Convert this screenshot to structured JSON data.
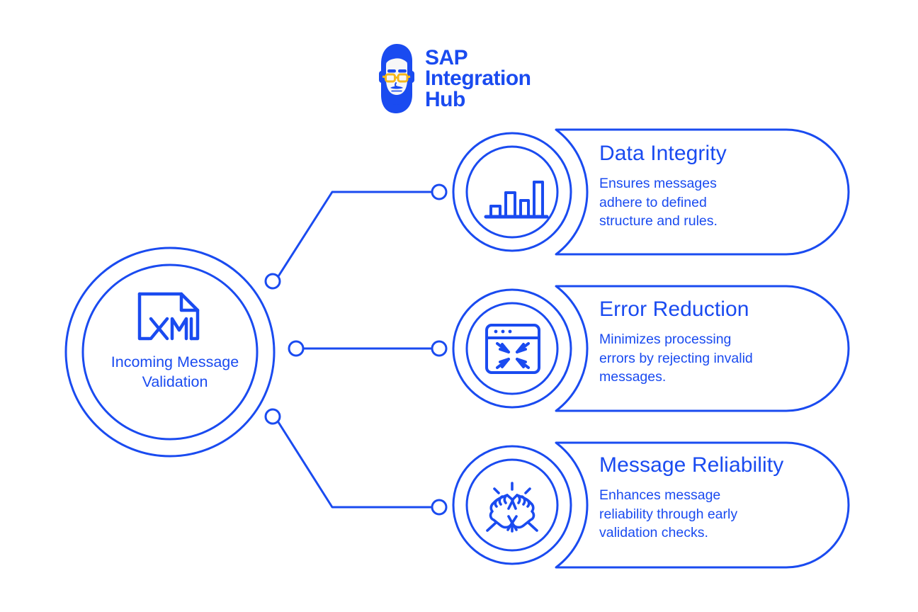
{
  "theme": {
    "brand_blue": "#1A4BF0",
    "accent_yellow": "#F5B81B",
    "background": "#FFFFFF",
    "stroke_width": 3
  },
  "logo": {
    "icon_name": "bearded-man-face-logo",
    "line1": "SAP",
    "line2": "Integration",
    "line3": "Hub"
  },
  "hub": {
    "icon_name": "xml-document-icon",
    "icon_text": "XML",
    "label_line1": "Incoming Message",
    "label_line2": "Validation"
  },
  "cards": [
    {
      "icon_name": "bar-chart-icon",
      "title": "Data Integrity",
      "description": "Ensures messages adhere to defined structure and rules.",
      "desc_lines": [
        "Ensures messages",
        "adhere to defined",
        "structure and rules."
      ]
    },
    {
      "icon_name": "browser-compress-arrows-icon",
      "title": "Error Reduction",
      "description": "Minimizes processing errors by rejecting invalid messages.",
      "desc_lines": [
        "Minimizes processing",
        "errors by rejecting invalid",
        "messages."
      ]
    },
    {
      "icon_name": "fist-bump-icon",
      "title": "Message Reliability",
      "description": "Enhances message reliability through early validation checks.",
      "desc_lines": [
        "Enhances message",
        "reliability through early",
        "validation checks."
      ]
    }
  ],
  "connectors": [
    {
      "name": "connector-to-data-integrity",
      "shape": "elbow-up"
    },
    {
      "name": "connector-to-error-reduction",
      "shape": "straight"
    },
    {
      "name": "connector-to-message-reliability",
      "shape": "elbow-down"
    }
  ]
}
